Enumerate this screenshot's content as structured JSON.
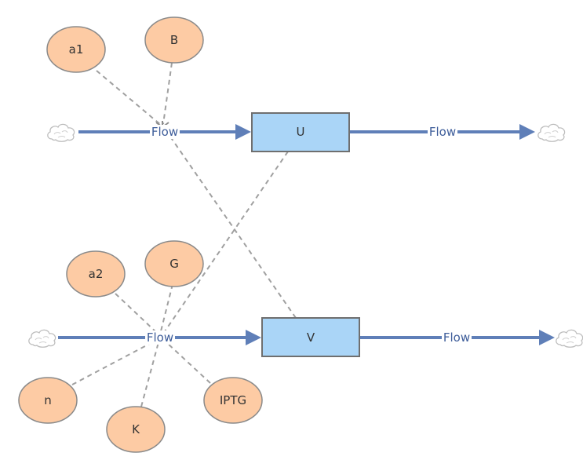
{
  "variables": {
    "a1": "a1",
    "b": "B",
    "a2": "a2",
    "g": "G",
    "n": "n",
    "k": "K",
    "iptg": "IPTG"
  },
  "stocks": {
    "u": "U",
    "v": "V"
  },
  "flows": {
    "u_in": "Flow",
    "u_out": "Flow",
    "v_in": "Flow",
    "v_out": "Flow"
  },
  "colors": {
    "variable_fill": "#fdcba4",
    "stock_fill": "#aad5f7",
    "flow": "#5f7fb8",
    "link": "#a0a0a0"
  },
  "icons": {
    "source_sink": "cloud-icon",
    "valve": "valve-icon"
  }
}
